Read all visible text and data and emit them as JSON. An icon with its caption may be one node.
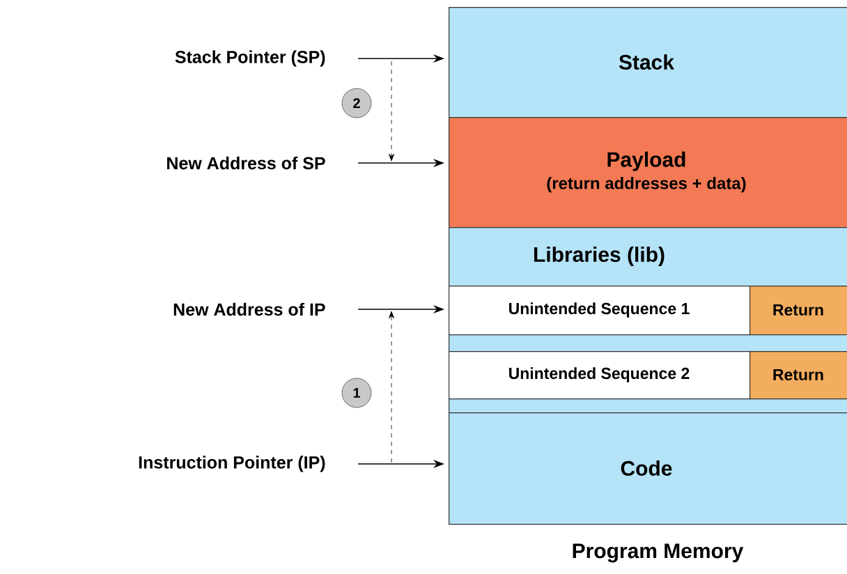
{
  "diagram": {
    "caption": "Program Memory",
    "nodes": [
      {
        "text": [
          "Stack Pointer (SP)"
        ]
      },
      {
        "text": [
          "New Address of SP"
        ]
      },
      {
        "text": [
          "New Address of IP"
        ]
      },
      {
        "text": [
          "Instruction Pointer (IP)"
        ]
      },
      {
        "text": [
          "Stack"
        ]
      },
      {
        "text": [
          "Payload",
          "(return addresses + data)"
        ]
      },
      {
        "text": [
          "Libraries (lib)"
        ]
      },
      {
        "text": [
          "Unintended Sequence 1"
        ],
        "in": 6
      },
      {
        "text": [
          "Return"
        ],
        "in": 6
      },
      {
        "text": [
          "Unintended Sequence 2"
        ],
        "in": 6
      },
      {
        "text": [
          "Return"
        ],
        "in": 6
      },
      {
        "text": [
          "Code"
        ]
      },
      {
        "text": [
          "2"
        ]
      },
      {
        "text": [
          "1"
        ]
      }
    ],
    "edges": [
      {
        "from": 0,
        "to": 4,
        "arrow": "to"
      },
      {
        "from": 1,
        "to": 5,
        "arrow": "to"
      },
      {
        "from": 2,
        "to": 7,
        "arrow": "to"
      },
      {
        "from": 3,
        "to": 11,
        "arrow": "to"
      }
    ]
  }
}
